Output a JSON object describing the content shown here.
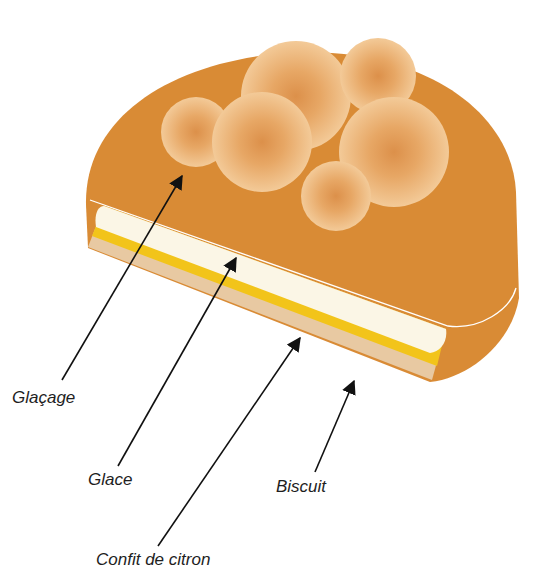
{
  "diagram": {
    "labels": [
      "Glaçage",
      "Glace",
      "Biscuit",
      "Confit de citron"
    ]
  }
}
